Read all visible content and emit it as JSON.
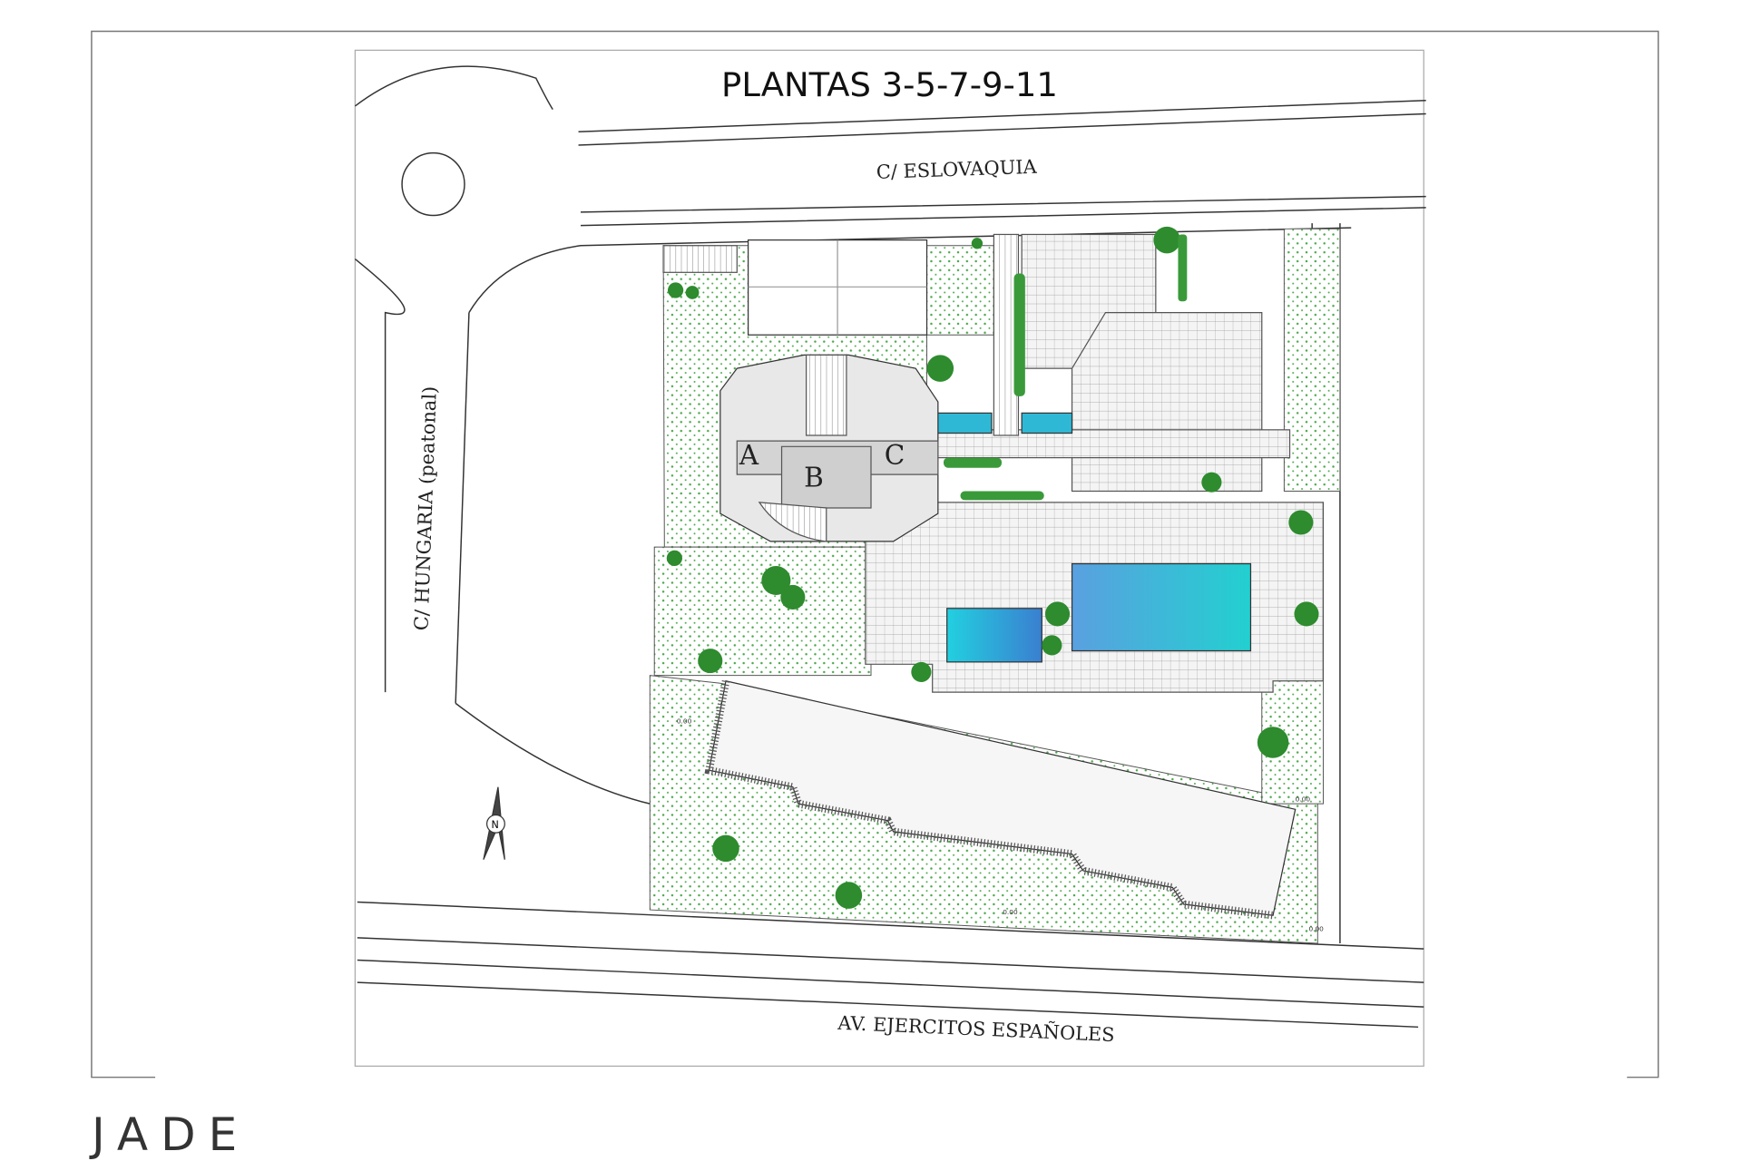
{
  "plan": {
    "title": "PLANTAS 3-5-7-9-11",
    "streets": {
      "north": "C/ ESLOVAQUIA",
      "west": "C/ HUNGARIA (peatonal)",
      "south": "AV. EJERCITOS ESPAÑOLES"
    },
    "blocks": [
      "A",
      "B",
      "C"
    ],
    "north_arrow": "N",
    "levels": [
      "0.00",
      "0.00",
      "0.00",
      "0.00"
    ],
    "colors": {
      "pool": "#2fb8d6",
      "greenery": "#3a9a3a",
      "lines": "#333333"
    }
  },
  "brand": {
    "logo": "JADE"
  }
}
